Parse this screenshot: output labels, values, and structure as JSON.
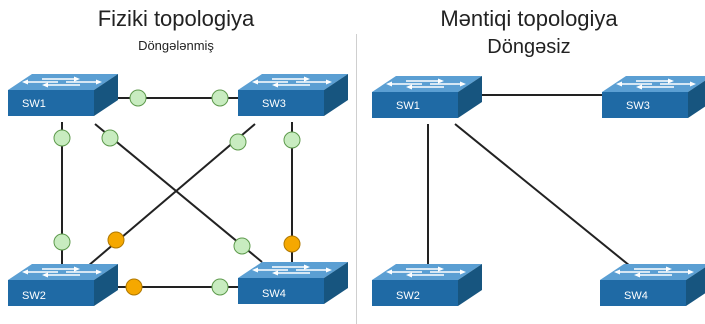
{
  "physical": {
    "title": "Fiziki topologiya",
    "subtitle": "Döngələnmiş",
    "switches": [
      "SW1",
      "SW3",
      "SW2",
      "SW4"
    ]
  },
  "logical": {
    "title": "Məntiqi topologiya",
    "subtitle": "Döngəsiz",
    "switches": [
      "SW1",
      "SW3",
      "SW2",
      "SW4"
    ]
  },
  "colors": {
    "switch_top": "#5b9fd3",
    "switch_front": "#1f6aa5",
    "switch_side": "#17557f",
    "port_forwarding": "#c8ecc0",
    "port_blocking": "#f5a800",
    "link": "#222222"
  },
  "icons": {
    "switch": "network-switch-icon",
    "port_forwarding": "forwarding-port-icon",
    "port_blocking": "blocked-port-icon"
  }
}
